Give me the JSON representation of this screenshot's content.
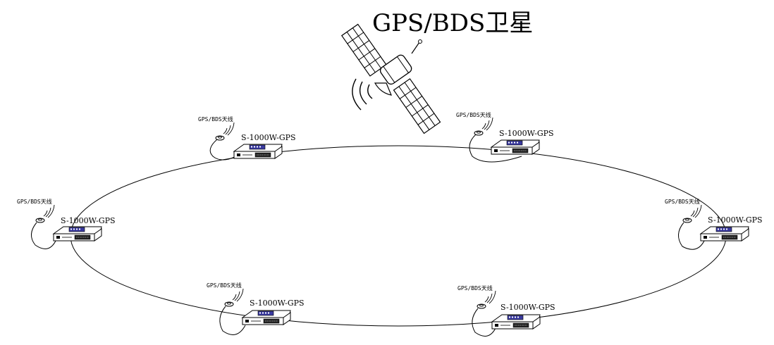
{
  "title": "GPS/BDS卫星",
  "nodes": [
    {
      "device": "S-1000W-GPS",
      "antenna": "GPS/BDS天线"
    },
    {
      "device": "S-1000W-GPS",
      "antenna": "GPS/BDS天线"
    },
    {
      "device": "S-1000W-GPS",
      "antenna": "GPS/BDS天线"
    },
    {
      "device": "S-1000W-GPS",
      "antenna": "GPS/BDS天线"
    },
    {
      "device": "S-1000W-GPS",
      "antenna": "GPS/BDS天线"
    },
    {
      "device": "S-1000W-GPS",
      "antenna": "GPS/BDS天线"
    }
  ],
  "colors": {
    "line": "#000000",
    "device_panel": "#3a3aa0"
  }
}
